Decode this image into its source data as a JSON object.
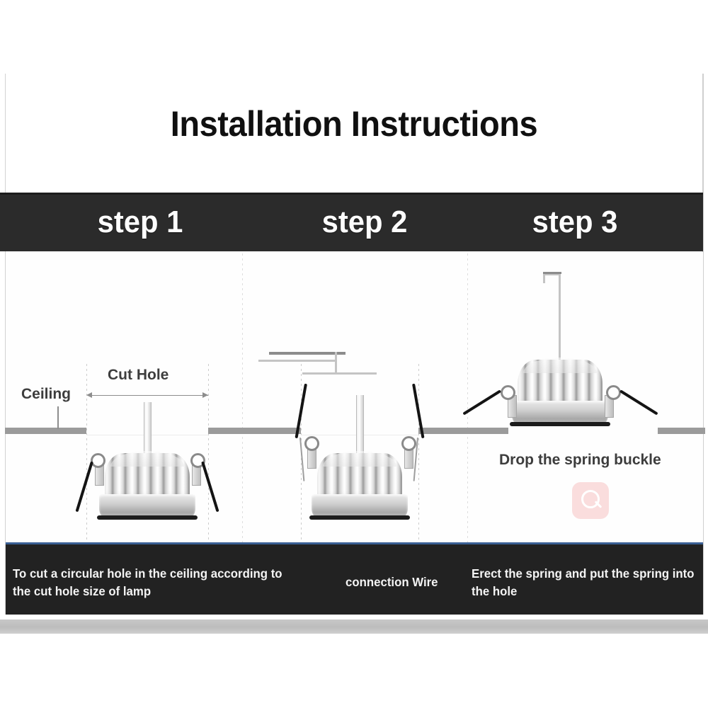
{
  "header": {
    "title": "Installation Instructions"
  },
  "steps": [
    {
      "label": "step 1",
      "caption": "To cut a circular hole in the ceiling according to the cut hole size of lamp"
    },
    {
      "label": "step 2",
      "caption": "connection Wire"
    },
    {
      "label": "step 3",
      "caption": "Erect the spring and put the spring into the hole"
    }
  ],
  "diagram": {
    "panel1": {
      "ceiling_label": "Ceiling",
      "cut_hole_label": "Cut Hole"
    },
    "panel3": {
      "spring_label": "Drop the spring buckle",
      "watermark_icon": "search-icon"
    }
  },
  "colors": {
    "band_dark": "#2b2b2b",
    "caption_dark": "#222222",
    "accent_blue": "#3a5f94",
    "ceiling_gray": "#9b9b9b",
    "watermark_pink": "#fadddd",
    "text_light": "#f4f4f4",
    "label_gray": "#3d3d3d"
  }
}
